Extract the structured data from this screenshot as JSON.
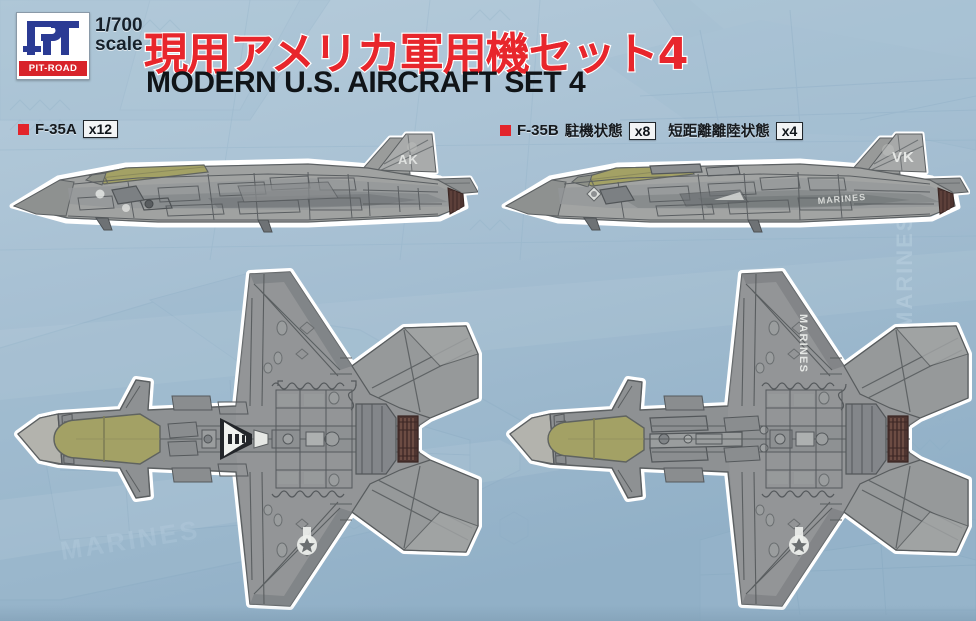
{
  "brand": {
    "logo_name": "pit-road-logo",
    "logo_text": "PIT-ROAD",
    "logo_monogram": "PIT",
    "scale_line1": "1/700",
    "scale_line2": "scale"
  },
  "header": {
    "title_jp": "現用アメリカ軍用機セット4",
    "title_en": "MODERN U.S. AIRCRAFT SET 4",
    "title_color": "#e8262c",
    "title_outline": "#ffffff",
    "subtitle_color": "#101418"
  },
  "legend": {
    "bullet_color": "#e3242b",
    "items": [
      {
        "name": "F-35A",
        "label": "F-35A",
        "variants": [
          {
            "state": "",
            "count": "x12"
          }
        ]
      },
      {
        "name": "F-35B",
        "label": "F-35B",
        "variants": [
          {
            "state": "駐機状態",
            "count": "x8"
          },
          {
            "state": "短距離離陸状態",
            "count": "x4"
          }
        ]
      }
    ]
  },
  "artwork": {
    "background_color": "#a9c2d4",
    "watermark_color": "#9bb7cb",
    "aircraft": [
      {
        "id": "f35a-side",
        "view": "side",
        "type": "F-35A",
        "tail_code": "AK",
        "markings": [
          "AK",
          "star-and-bar"
        ]
      },
      {
        "id": "f35b-side",
        "view": "side",
        "type": "F-35B",
        "tail_code": "VK",
        "markings": [
          "VK",
          "MARINES"
        ]
      },
      {
        "id": "f35a-plan",
        "view": "plan",
        "type": "F-35A",
        "markings": [
          "star-and-bar"
        ]
      },
      {
        "id": "f35b-plan",
        "view": "plan",
        "type": "F-35B",
        "markings": [
          "MARINES",
          "star-and-bar"
        ]
      }
    ],
    "watermark_text": "MARINES",
    "colors": {
      "airframe_light": "#a6a8a6",
      "airframe_mid": "#8f9293",
      "airframe_dark": "#6d7173",
      "panel_line": "#55595c",
      "canopy": "#a3a165",
      "radome": "#b3b3ad",
      "nozzle": "#4d3430",
      "outline": "#ffffff",
      "marking_white": "#f2f4f2"
    }
  }
}
